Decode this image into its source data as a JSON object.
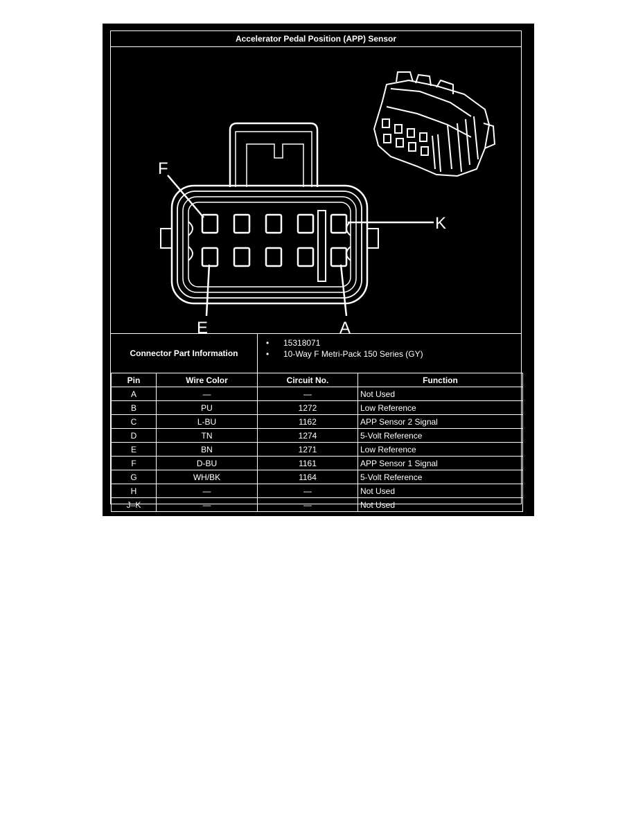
{
  "title": "Accelerator Pedal Position (APP) Sensor",
  "diagram": {
    "pin_labels": {
      "F": "F",
      "K": "K",
      "E": "E",
      "A": "A"
    }
  },
  "connector_info": {
    "label": "Connector Part Information",
    "items": [
      "15318071",
      "10-Way F Metri-Pack 150 Series (GY)"
    ]
  },
  "table": {
    "headers": [
      "Pin",
      "Wire Color",
      "Circuit No.",
      "Function"
    ],
    "rows": [
      {
        "pin": "A",
        "wire": "—",
        "circuit": "—",
        "function": "Not Used"
      },
      {
        "pin": "B",
        "wire": "PU",
        "circuit": "1272",
        "function": "Low Reference"
      },
      {
        "pin": "C",
        "wire": "L-BU",
        "circuit": "1162",
        "function": "APP Sensor 2 Signal"
      },
      {
        "pin": "D",
        "wire": "TN",
        "circuit": "1274",
        "function": "5-Volt Reference"
      },
      {
        "pin": "E",
        "wire": "BN",
        "circuit": "1271",
        "function": "Low Reference"
      },
      {
        "pin": "F",
        "wire": "D-BU",
        "circuit": "1161",
        "function": "APP Sensor 1 Signal"
      },
      {
        "pin": "G",
        "wire": "WH/BK",
        "circuit": "1164",
        "function": "5-Volt Reference"
      },
      {
        "pin": "H",
        "wire": "—",
        "circuit": "—",
        "function": "Not Used"
      },
      {
        "pin": "J–K",
        "wire": "—",
        "circuit": "—",
        "function": "Not Used"
      }
    ]
  }
}
